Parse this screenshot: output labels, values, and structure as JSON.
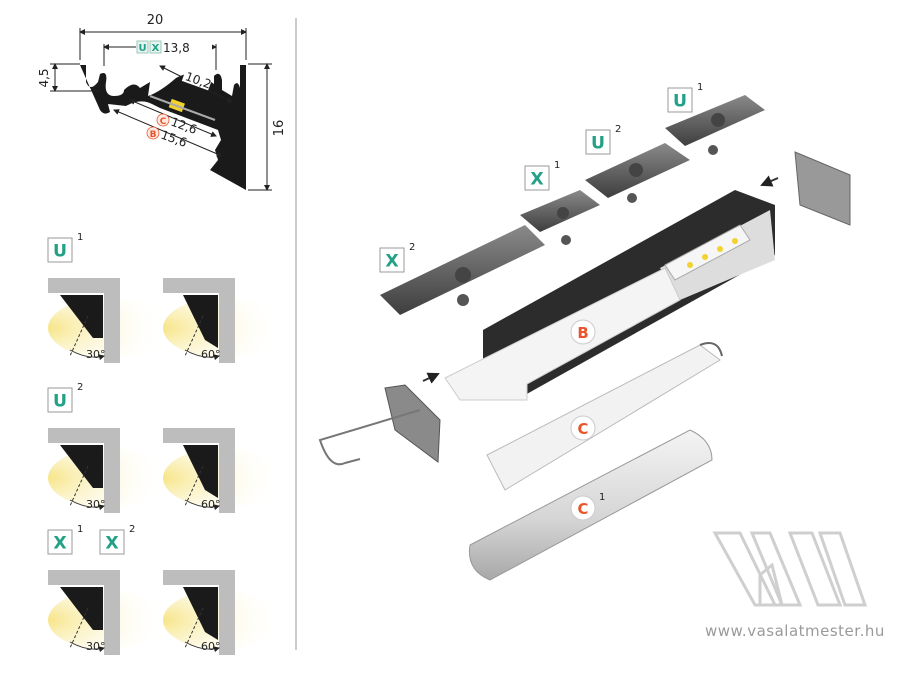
{
  "dimensions": {
    "width_total": "20",
    "inner_width": "13,8",
    "inner_badges": [
      "U",
      "X"
    ],
    "height_left": "4,5",
    "height_total": "16",
    "led_width": "10,2",
    "cover_c_width": "12,6",
    "cover_b_width": "15,6",
    "cover_c_letter": "C",
    "cover_b_letter": "B"
  },
  "mounting": [
    {
      "badges": [
        {
          "letter": "U",
          "sup": "1"
        }
      ],
      "angles": [
        "30°",
        "60°"
      ]
    },
    {
      "badges": [
        {
          "letter": "U",
          "sup": "2"
        }
      ],
      "angles": [
        "30°",
        "60°"
      ]
    },
    {
      "badges": [
        {
          "letter": "X",
          "sup": "1"
        },
        {
          "letter": "X",
          "sup": "2"
        }
      ],
      "angles": [
        "30°",
        "60°"
      ]
    }
  ],
  "exploded": {
    "clips": [
      {
        "letter": "U",
        "sup": "1"
      },
      {
        "letter": "U",
        "sup": "2"
      },
      {
        "letter": "X",
        "sup": "1"
      },
      {
        "letter": "X",
        "sup": "2"
      }
    ],
    "covers": [
      {
        "letter": "B",
        "sup": ""
      },
      {
        "letter": "C",
        "sup": ""
      },
      {
        "letter": "C",
        "sup": "1"
      }
    ]
  },
  "brand": {
    "website": "www.vasalatmester.hu"
  },
  "colors": {
    "teal": "#23a186",
    "orange": "#e8552b",
    "profile": "#1a1a1a",
    "wall": "#bdbdbd",
    "led": "#f2d22e"
  }
}
